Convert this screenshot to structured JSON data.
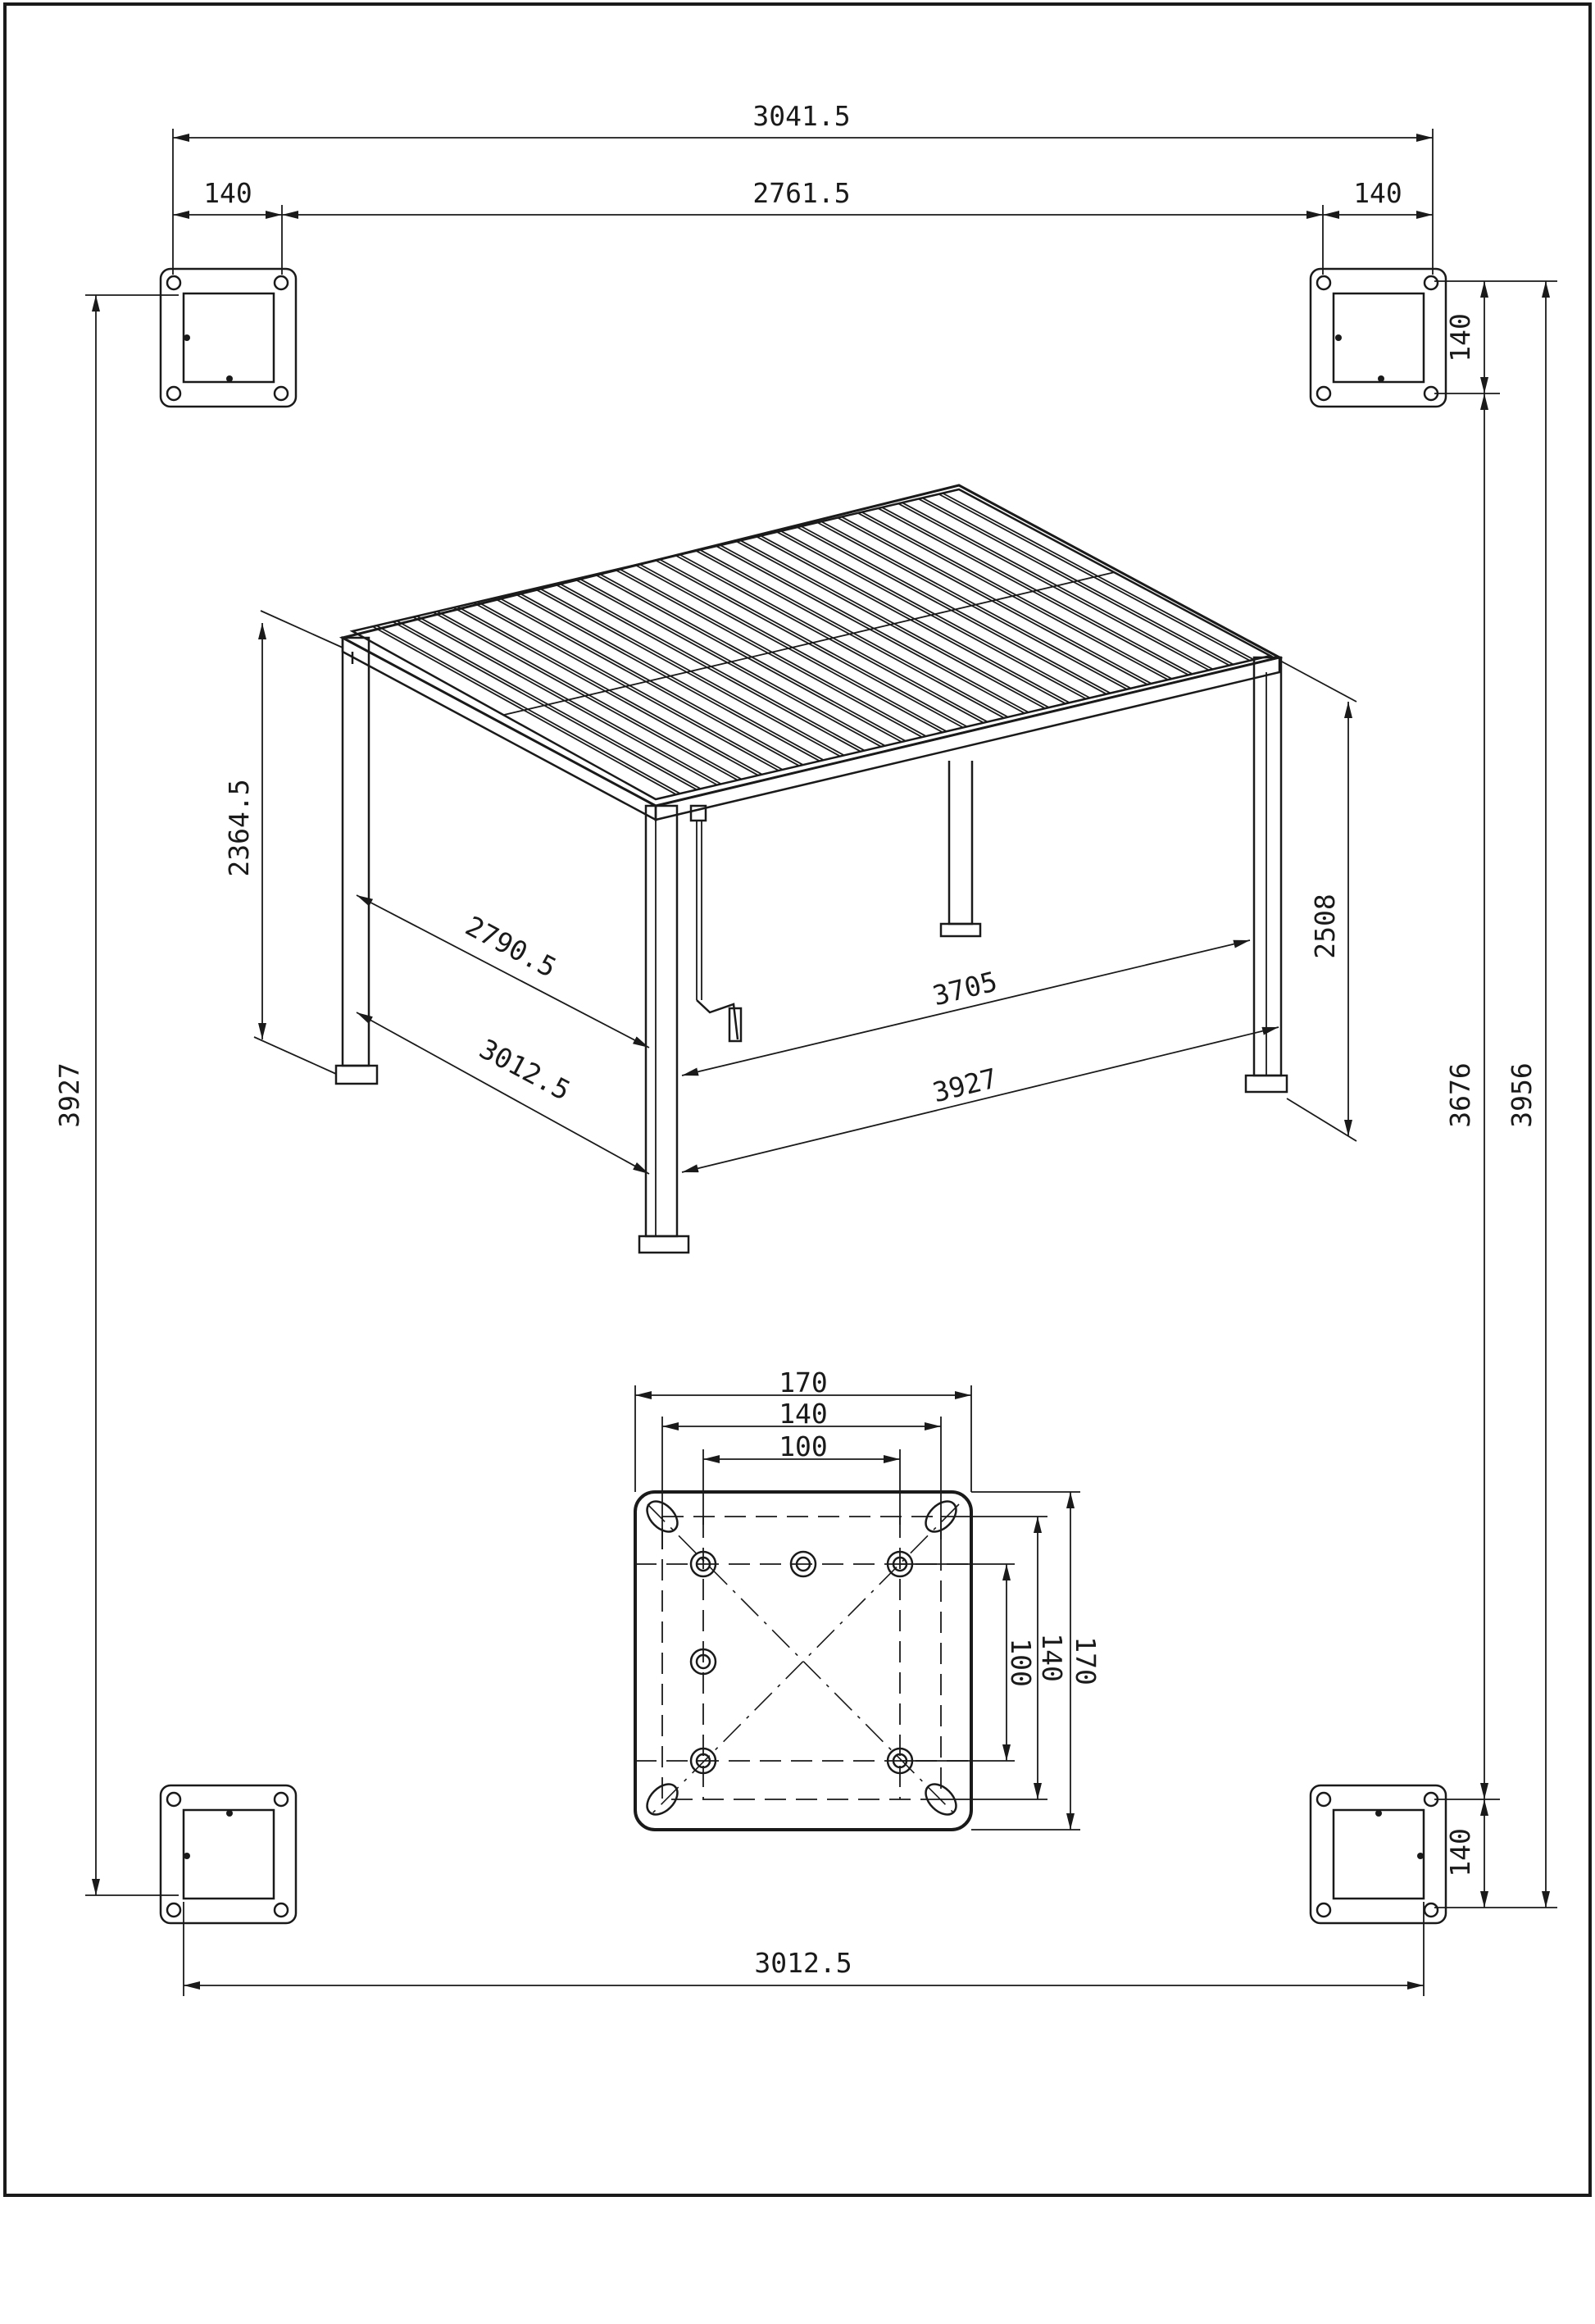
{
  "dimensions": {
    "overall_width": "3041.5",
    "post_left": "140",
    "inner_width": "2761.5",
    "post_right": "140",
    "post_depth_top": "140",
    "outer_depth_left": "3927",
    "inner_depth_right": "3676",
    "outer_depth_right": "3956",
    "post_depth_bottom": "140",
    "bottom_width": "3012.5",
    "height_low": "2364.5",
    "height_high": "2508",
    "depth_inner": "2790.5",
    "depth_outer": "3012.5",
    "length_inner": "3705",
    "length_outer": "3927"
  },
  "base_plate": {
    "plate_width": "170",
    "hole_span": "140",
    "inner_span": "100",
    "plate_height": "170",
    "hole_span_v": "140",
    "inner_span_v": "100"
  }
}
